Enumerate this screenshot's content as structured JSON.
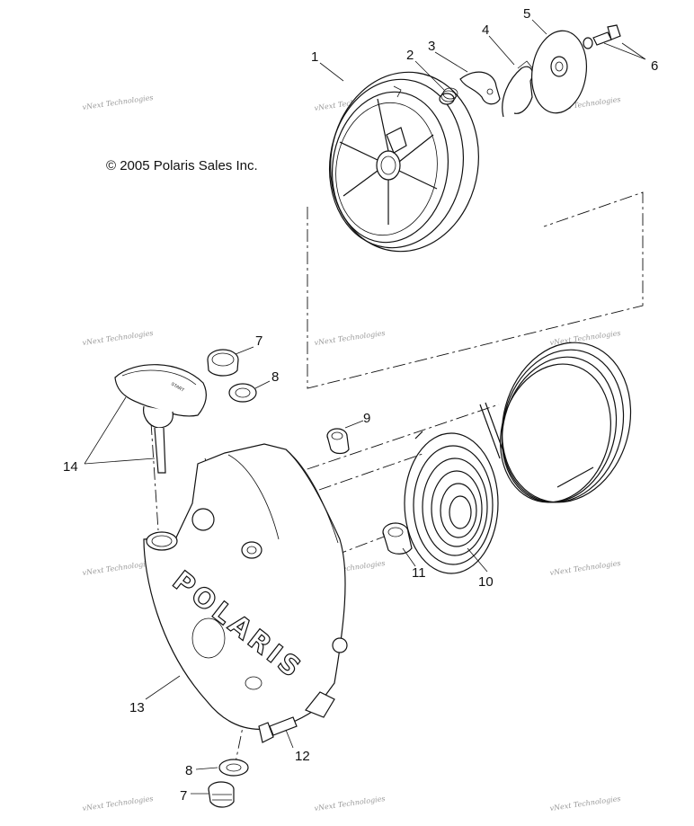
{
  "copyright": "© 2005 Polaris Sales Inc.",
  "watermark": "vNext Technologies",
  "logo_text": "POLARIS",
  "grip_text": "START",
  "callouts": {
    "c1": "1",
    "c2": "2",
    "c3": "3",
    "c4": "4",
    "c5": "5",
    "c6": "6",
    "c7a": "7",
    "c8a": "8",
    "c9": "9",
    "c10": "10",
    "c11": "11",
    "c12": "12",
    "c13": "13",
    "c14": "14",
    "c8b": "8",
    "c7b": "7"
  },
  "colors": {
    "line": "#111111",
    "background": "#ffffff",
    "watermark": "#9a9a9a"
  }
}
